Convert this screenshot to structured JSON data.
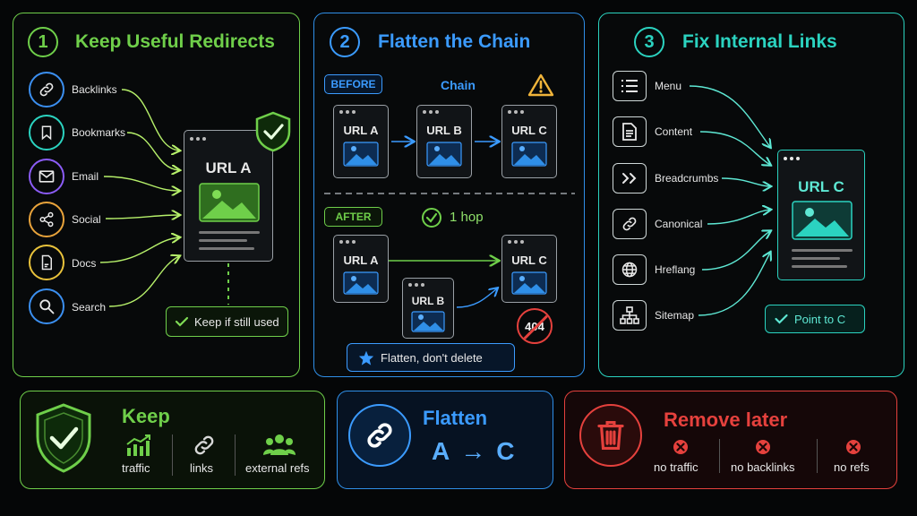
{
  "panel1": {
    "number": "1",
    "title": "Keep Useful Redirects",
    "sources": [
      "Backlinks",
      "Bookmarks",
      "Email",
      "Social",
      "Docs",
      "Search"
    ],
    "window_title": "URL A",
    "pill": "Keep if still used"
  },
  "panel2": {
    "number": "2",
    "title": "Flatten the Chain",
    "before_tag": "BEFORE",
    "chain_label": "Chain",
    "before_windows": [
      "URL A",
      "URL B",
      "URL C"
    ],
    "after_tag": "AFTER",
    "hop_label": "1 hop",
    "after_window_a": "URL A",
    "after_window_b": "URL B",
    "after_window_c": "URL C",
    "error_code": "404",
    "pill": "Flatten, don't delete"
  },
  "panel3": {
    "number": "3",
    "title": "Fix Internal Links",
    "sources": [
      "Menu",
      "Content",
      "Breadcrumbs",
      "Canonical",
      "Hreflang",
      "Sitemap"
    ],
    "window_title": "URL C",
    "pill": "Point to C"
  },
  "bottom": {
    "keep": {
      "title": "Keep",
      "items": [
        "traffic",
        "links",
        "external refs"
      ]
    },
    "flatten": {
      "title": "Flatten",
      "formula_left": "A",
      "formula_arrow": "→",
      "formula_right": "C"
    },
    "remove": {
      "title": "Remove later",
      "items": [
        "no traffic",
        "no backlinks",
        "no refs"
      ]
    }
  },
  "colors": {
    "green": "#6fcf4a",
    "blue": "#2f8fe8",
    "teal": "#2bd3c0",
    "red": "#e5413d"
  }
}
